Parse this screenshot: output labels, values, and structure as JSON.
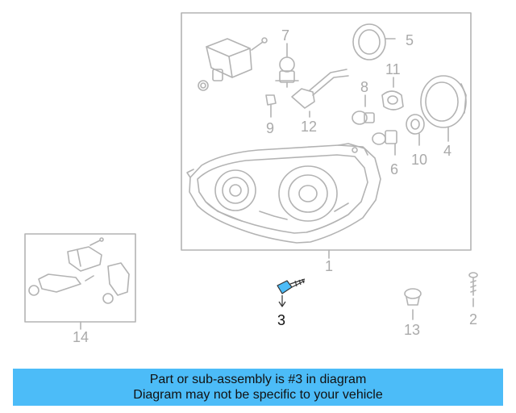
{
  "diagram": {
    "callouts": {
      "c1": "1",
      "c2": "2",
      "c3": "3",
      "c4": "4",
      "c5": "5",
      "c6": "6",
      "c7": "7",
      "c8": "8",
      "c9": "9",
      "c10": "10",
      "c11": "11",
      "c12": "12",
      "c13": "13",
      "c14": "14"
    },
    "highlighted_part": "3",
    "colors": {
      "line": "#b3b3b3",
      "highlight": "#4cbcf8",
      "text_active": "#111111",
      "text_muted": "#aaaaaa"
    }
  },
  "banner": {
    "line1": "Part or sub-assembly is #3 in diagram",
    "line2": "Diagram may not be specific to your vehicle",
    "color": "#4cbcf8"
  }
}
